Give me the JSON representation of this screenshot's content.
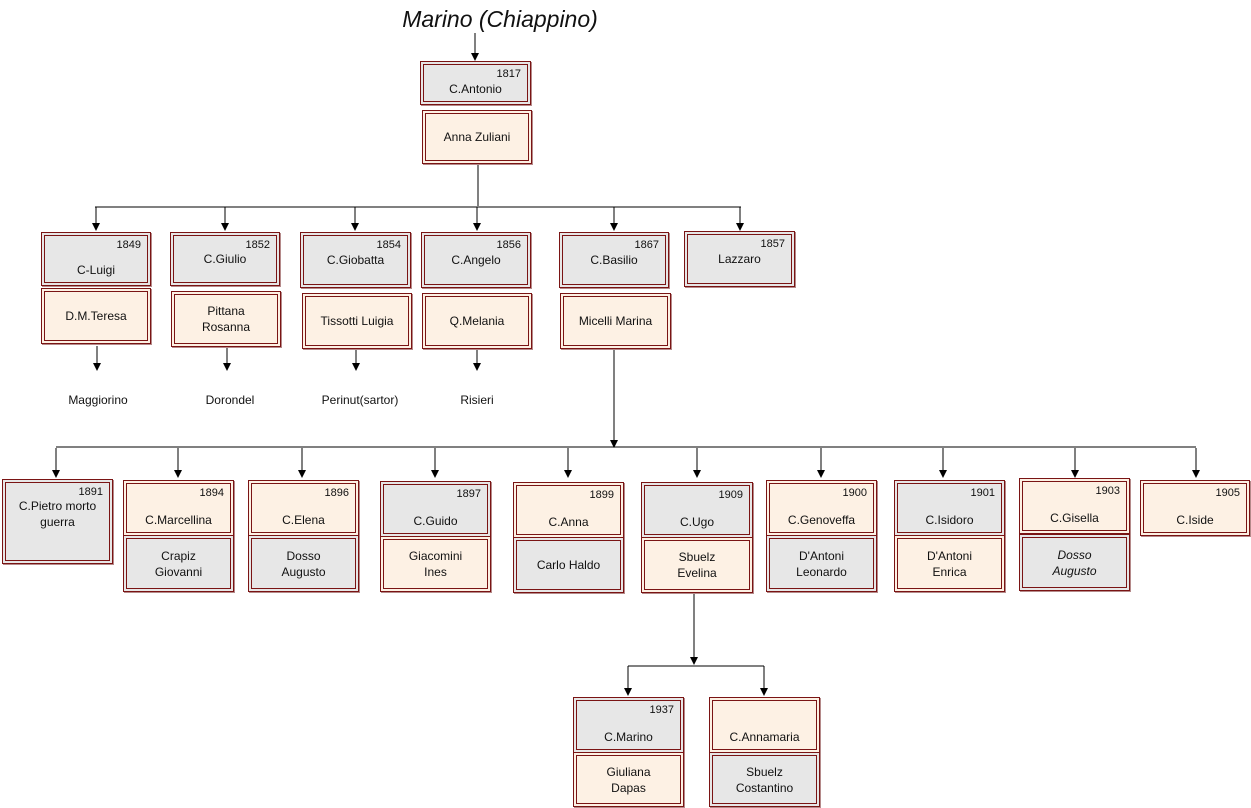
{
  "root": {
    "name": "Marino (Chiappino)"
  },
  "founder": {
    "year": "1817",
    "name": "C.Antonio",
    "spouse": "Anna Zuliani"
  },
  "children": [
    {
      "year": "1849",
      "name": "C-Luigi",
      "spouse": "D.M.Teresa",
      "nickname": "Maggiorino"
    },
    {
      "year": "1852",
      "name": "C.Giulio",
      "spouse": "Pittana\nRosanna",
      "nickname": "Dorondel"
    },
    {
      "year": "1854",
      "name": "C.Giobatta",
      "spouse": "Tissotti Luigia",
      "nickname": "Perinut(sartor)"
    },
    {
      "year": "1856",
      "name": "C.Angelo",
      "spouse": "Q.Melania",
      "nickname": "Risieri"
    },
    {
      "year": "1867",
      "name": "C.Basilio",
      "spouse": "Micelli Marina"
    },
    {
      "year": "1857",
      "name": "Lazzaro"
    }
  ],
  "grandchildren": [
    {
      "year": "1891",
      "name": "C.Pietro morto\nguerra"
    },
    {
      "year": "1894",
      "name": "C.Marcellina",
      "spouse": "Crapiz\nGiovanni"
    },
    {
      "year": "1896",
      "name": "C.Elena",
      "spouse": "Dosso\nAugusto"
    },
    {
      "year": "1897",
      "name": "C.Guido",
      "spouse": "Giacomini\nInes"
    },
    {
      "year": "1899",
      "name": "C.Anna",
      "spouse": "Carlo Haldo"
    },
    {
      "year": "1909",
      "name": "C.Ugo",
      "spouse": "Sbuelz\nEvelina"
    },
    {
      "year": "1900",
      "name": "C.Genoveffa",
      "spouse": "D'Antoni\nLeonardo"
    },
    {
      "year": "1901",
      "name": "C.Isidoro",
      "spouse": "D'Antoni\nEnrica"
    },
    {
      "year": "1903",
      "name": "C.Gisella",
      "spouse": "Dosso\nAugusto"
    },
    {
      "year": "1905",
      "name": "C.Iside"
    }
  ],
  "great_grandchildren": [
    {
      "year": "1937",
      "name": "C.Marino",
      "spouse": "Giuliana\nDapas"
    },
    {
      "name": "C.Annamaria",
      "spouse": "Sbuelz\nCostantino"
    }
  ],
  "colors": {
    "border": "#7a1414",
    "grey_fill": "#e7e7e7",
    "cream_fill": "#fdf1e4",
    "line": "#000000"
  }
}
